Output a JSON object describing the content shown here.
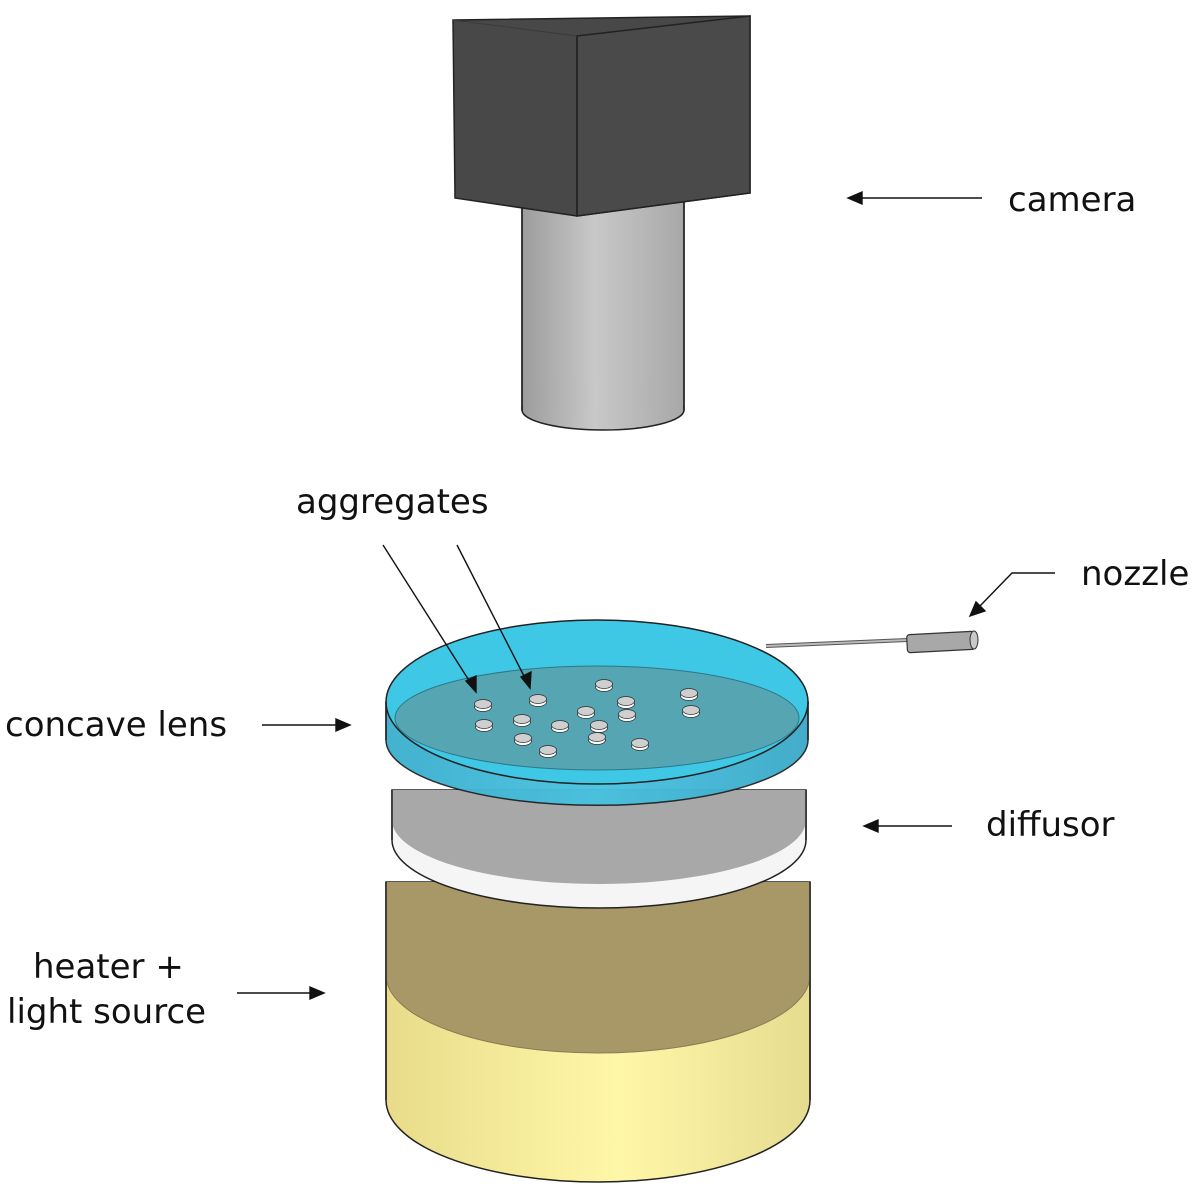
{
  "labels": {
    "camera": "camera",
    "aggregates": "aggregates",
    "nozzle": "nozzle",
    "concave_lens": "concave lens",
    "diffusor": "diffusor",
    "heater_line1": "heater +",
    "heater_line2": "light source"
  },
  "colors": {
    "camera_body_front": "#484848",
    "camera_lens": "#bdbdbd",
    "lens_blue": "#3fc8e6",
    "diffusor_gray": "#a8a8a8",
    "diffusor_white": "#f5f5f5",
    "heater_top": "#a89868",
    "heater_side": "#f8f0a0",
    "outline": "#222222"
  }
}
